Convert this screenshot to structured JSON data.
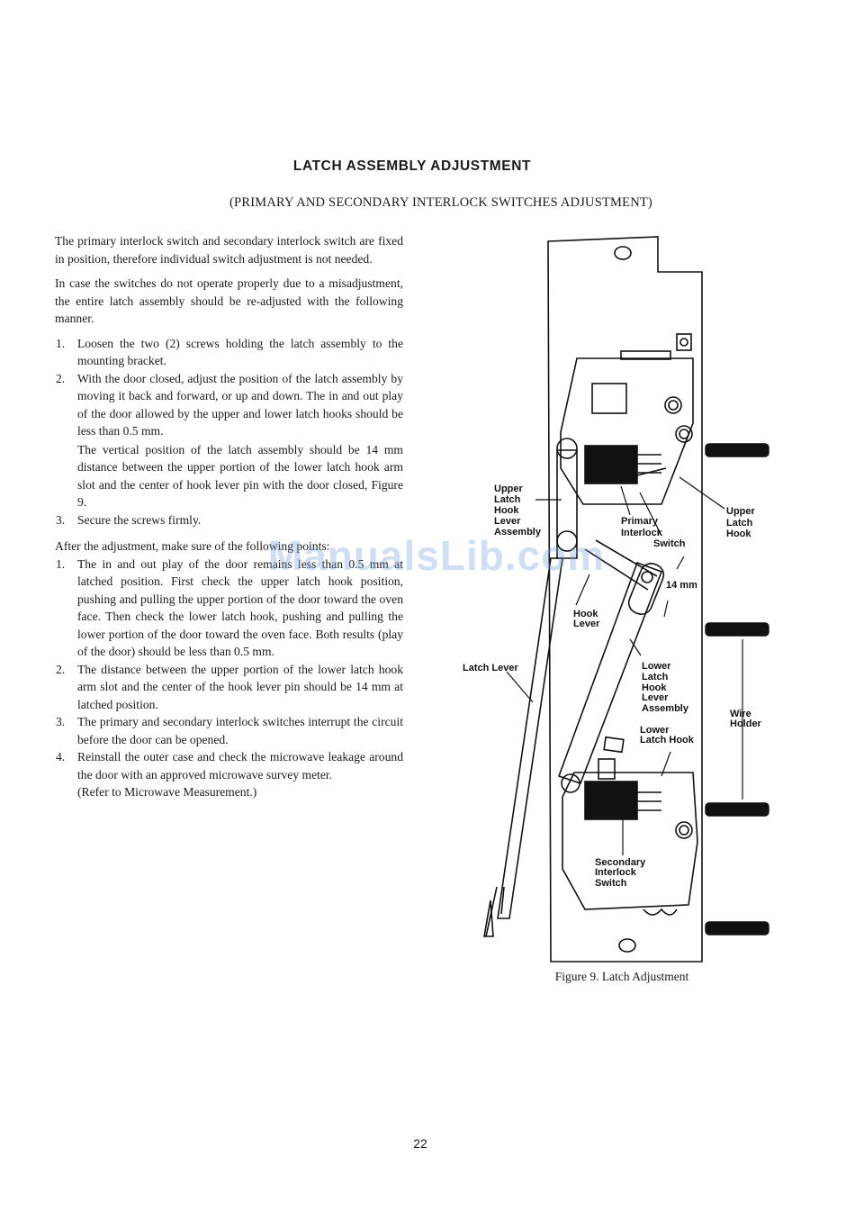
{
  "header": {
    "title": "LATCH ASSEMBLY ADJUSTMENT",
    "subtitle": "(PRIMARY AND SECONDARY INTERLOCK SWITCHES ADJUSTMENT)"
  },
  "body": {
    "intro_p1": "The primary interlock switch and secondary interlock switch are fixed in position, therefore individual switch adjustment is not needed.",
    "intro_p2": "In case the switches do not operate properly due to a misadjustment, the entire latch assembly should be re-adjusted with the following manner.",
    "steps": [
      {
        "num": "1.",
        "text": "Loosen the two (2) screws holding the latch assembly to the mounting bracket."
      },
      {
        "num": "2.",
        "text": "With the door closed, adjust the position of the latch assembly by moving it back and forward, or up and down. The in and out play of the door allowed by the upper and lower latch hooks should be less than 0.5 mm.",
        "text2": "The vertical position of the latch assembly should be 14 mm distance between the upper portion of the lower latch hook arm slot and the center of hook lever pin with the door closed, Figure 9."
      },
      {
        "num": "3.",
        "text": "Secure the screws firmly."
      }
    ],
    "after_heading": "After the adjustment, make sure of the following points:",
    "checks": [
      {
        "num": "1.",
        "text": "The in and out play of the door remains less than 0.5 mm at latched position. First check the upper latch hook position, pushing and pulling the upper portion of the door toward the oven face. Then check the lower latch hook, pushing and pulling the lower portion of the door toward the oven face. Both results (play of the door) should be less than 0.5 mm."
      },
      {
        "num": "2.",
        "text": "The distance between the upper portion of the lower latch hook arm slot and the center of the hook lever pin should be 14 mm at latched position."
      },
      {
        "num": "3.",
        "text": "The primary and secondary interlock switches interrupt the circuit before the door can be opened."
      },
      {
        "num": "4.",
        "text": "Reinstall the outer case and check the microwave leakage around the door with an approved microwave survey meter.",
        "note": "(Refer to Microwave Measurement.)"
      }
    ]
  },
  "figure": {
    "labels": {
      "upper_latch_hook_lever_assembly": [
        "Upper",
        "Latch",
        "Hook",
        "Lever",
        "Assembly"
      ],
      "primary_interlock_switch": [
        "Primary",
        "Interlock",
        "Switch"
      ],
      "upper_latch_hook": [
        "Upper",
        "Latch",
        "Hook"
      ],
      "distance": "14 mm",
      "hook_lever": [
        "Hook",
        "Lever"
      ],
      "latch_lever": "Latch Lever",
      "lower_latch_hook_lever_assembly": [
        "Lower",
        "Latch",
        "Hook",
        "Lever",
        "Assembly"
      ],
      "wire_holder": [
        "Wire",
        "Holder"
      ],
      "lower_latch_hook": [
        "Lower",
        "Latch Hook"
      ],
      "secondary_interlock_switch": [
        "Secondary",
        "Interlock",
        "Switch"
      ]
    },
    "caption": "Figure 9. Latch Adjustment"
  },
  "watermark": "ManualsLib.com",
  "footer": {
    "page_number": "22"
  }
}
